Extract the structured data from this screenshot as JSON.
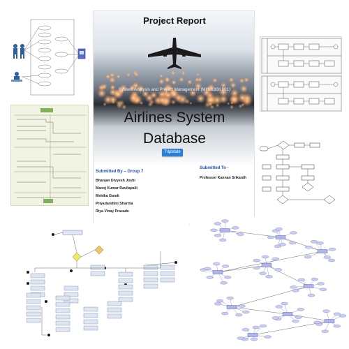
{
  "cover": {
    "header": "Project Report",
    "course": "System Analysis and Project Management (MIS 6308.001)",
    "title_line1": "Airlines System",
    "title_line2": "Database",
    "logo_text": "TripMate",
    "submitted_by_label": "Submitted By – Group 7",
    "members": [
      "Bhanjan Divyesh Joshi",
      "Manoj Kumar Ravilapalli",
      "Mehika Gandi",
      "Priyadarshini Sharma",
      "Riya Vinay Prasade"
    ],
    "submitted_to_label": "Submitted To -",
    "professor": "Professor Kannan Srikanth"
  },
  "colors": {
    "accent_blue": "#1f4fb8",
    "logo_blue": "#2b7fd8",
    "erd_node": "#c9cdf2",
    "activity_node": "#dfe6f2"
  },
  "icons": [
    "airplane-icon",
    "actor-icon",
    "computer-icon"
  ]
}
